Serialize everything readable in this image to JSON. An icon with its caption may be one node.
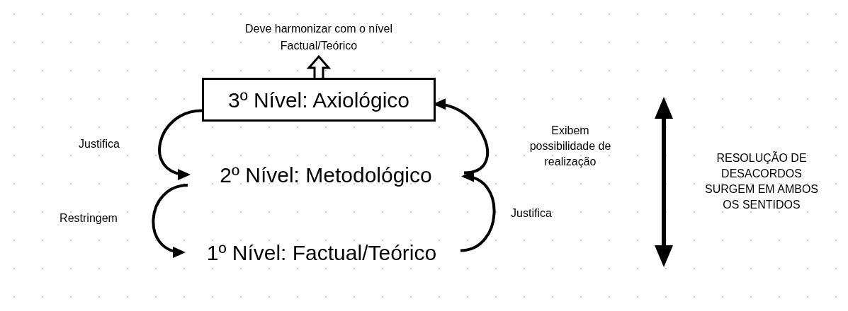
{
  "diagram": {
    "nodes": [
      {
        "text": [
          "Deve harmonizar com o nível Factual/Teórico"
        ]
      },
      {
        "text": [
          "3º Nível: Axiológico"
        ]
      },
      {
        "text": [
          "2º Nível: Metodológico"
        ]
      },
      {
        "text": [
          "1º Nível: Factual/Teórico"
        ]
      }
    ],
    "edges": [
      {
        "from": 1,
        "to": 0,
        "arrow": "to",
        "style": "thick"
      },
      {
        "from": 1,
        "to": 2,
        "arrow": "to",
        "label": "Justifica"
      },
      {
        "from": 2,
        "to": 3,
        "arrow": "to",
        "label": "Restringem"
      },
      {
        "from": 2,
        "to": 1,
        "arrow": "to",
        "label": "Exibem possibilidade de realização"
      },
      {
        "from": 3,
        "to": 2,
        "arrow": "to",
        "label": "Justifica"
      }
    ],
    "labels": [
      "RESOLUÇÃO DE DESACORDOS SURGEM EM AMBOS OS SENTIDOS"
    ]
  }
}
